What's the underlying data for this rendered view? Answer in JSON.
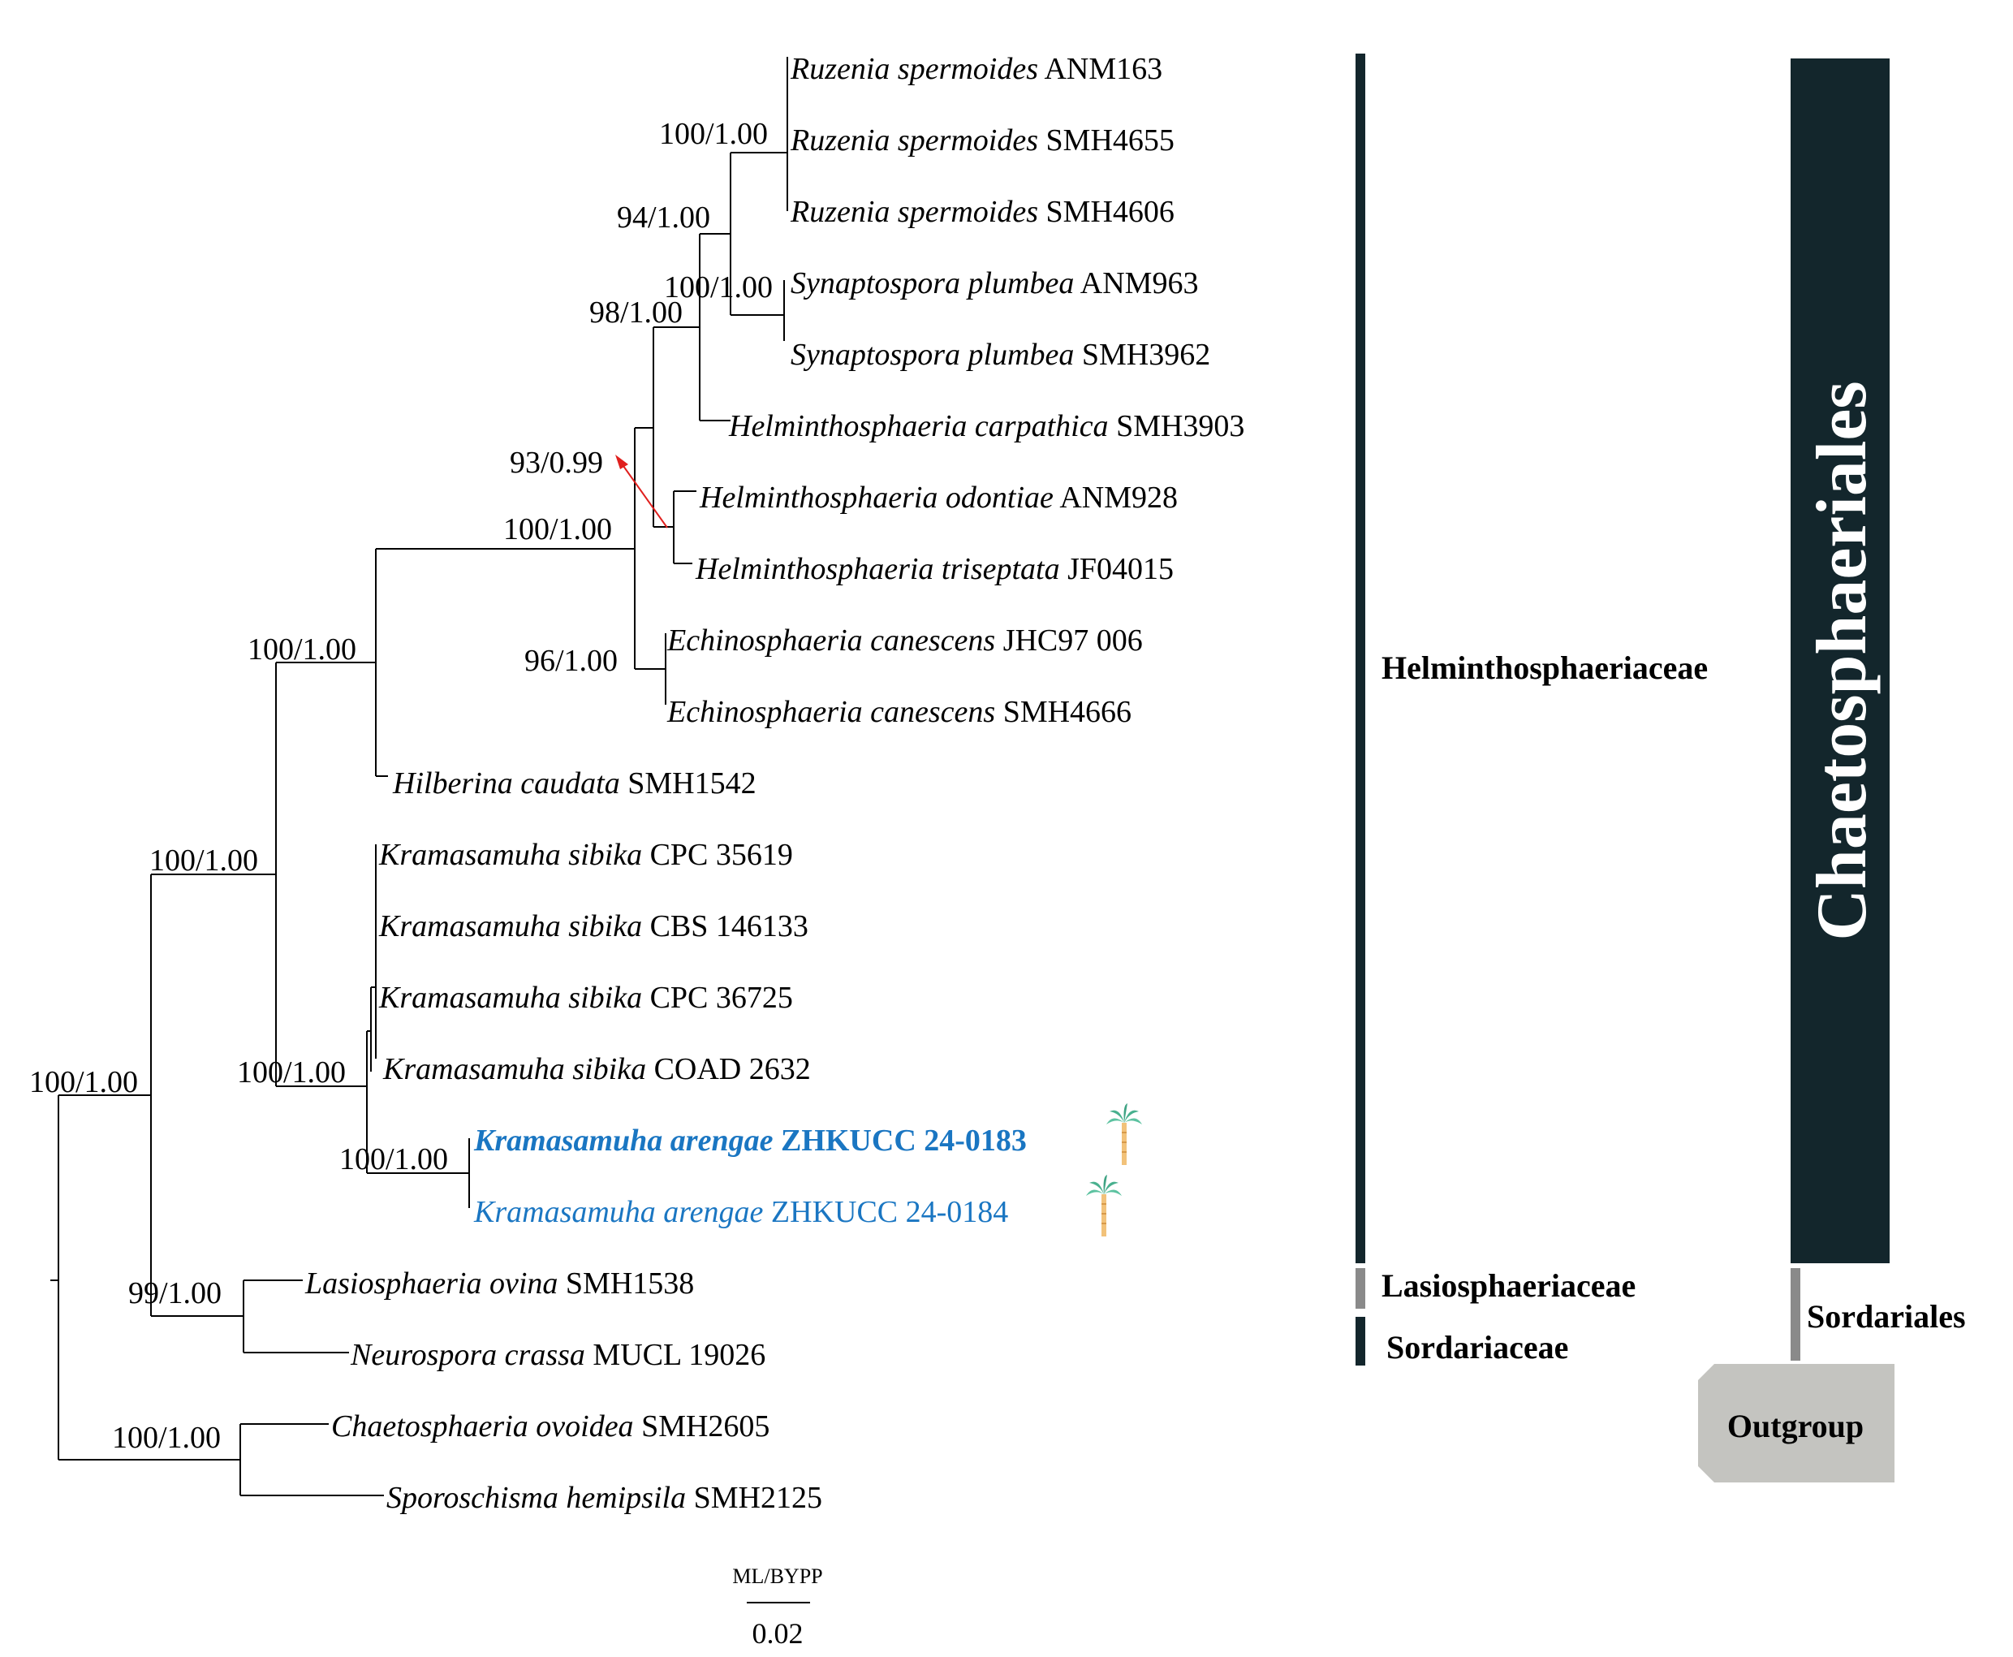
{
  "taxa": [
    {
      "genus": "Ruzenia spermoides",
      "code": "ANM163"
    },
    {
      "genus": "Ruzenia spermoides",
      "code": "SMH4655"
    },
    {
      "genus": "Ruzenia spermoides",
      "code": "SMH4606"
    },
    {
      "genus": "Synaptospora plumbea",
      "code": "ANM963"
    },
    {
      "genus": "Synaptospora plumbea",
      "code": "SMH3962"
    },
    {
      "genus": "Helminthosphaeria carpathica",
      "code": "SMH3903"
    },
    {
      "genus": "Helminthosphaeria odontiae",
      "code": "ANM928"
    },
    {
      "genus": "Helminthosphaeria triseptata",
      "code": "JF04015"
    },
    {
      "genus": "Echinosphaeria canescens",
      "code": "JHC97 006"
    },
    {
      "genus": "Echinosphaeria canescens",
      "code": "SMH4666"
    },
    {
      "genus": "Hilberina caudata",
      "code": "SMH1542"
    },
    {
      "genus": "Kramasamuha sibika",
      "code": "CPC 35619"
    },
    {
      "genus": "Kramasamuha sibika",
      "code": "CBS 146133"
    },
    {
      "genus": "Kramasamuha sibika",
      "code": "CPC 36725"
    },
    {
      "genus": "Kramasamuha sibika",
      "code": "COAD 2632"
    },
    {
      "genus": "Kramasamuha arengae",
      "code": "ZHKUCC 24-0183"
    },
    {
      "genus": "Kramasamuha arengae",
      "code": "ZHKUCC 24-0184"
    },
    {
      "genus": "Lasiosphaeria ovina",
      "code": "SMH1538"
    },
    {
      "genus": "Neurospora crassa",
      "code": "MUCL 19026"
    },
    {
      "genus": "Chaetosphaeria ovoidea",
      "code": "SMH2605"
    },
    {
      "genus": "Sporoschisma hemipsila",
      "code": "SMH2125"
    }
  ],
  "supports": [
    "100/1.00",
    "94/1.00",
    "100/1.00",
    "98/1.00",
    "93/0.99",
    "100/1.00",
    "96/1.00",
    "100/1.00",
    "100/1.00",
    "100/1.00",
    "100/1.00",
    "100/1.00",
    "99/1.00",
    "100/1.00"
  ],
  "groups": {
    "family1": "Helminthosphaeriaceae",
    "family2": "Lasiosphaeriaceae",
    "family3": "Sordariaceae",
    "order1": "Chaetosphaeriales",
    "order2": "Sordariales",
    "outgroup": "Outgroup"
  },
  "legend": {
    "support_type": "ML/BYPP",
    "scale": "0.02"
  },
  "colors": {
    "highlight": "#1a76c2",
    "order_bar": "#13262c",
    "family_bar_dark": "#13262c",
    "family_bar_grey": "#8a8a8a",
    "outgroup_fill": "#c4c4c0",
    "arrow": "#e0201e"
  },
  "icons": {
    "new_species_marker": "palm-tree-icon"
  }
}
